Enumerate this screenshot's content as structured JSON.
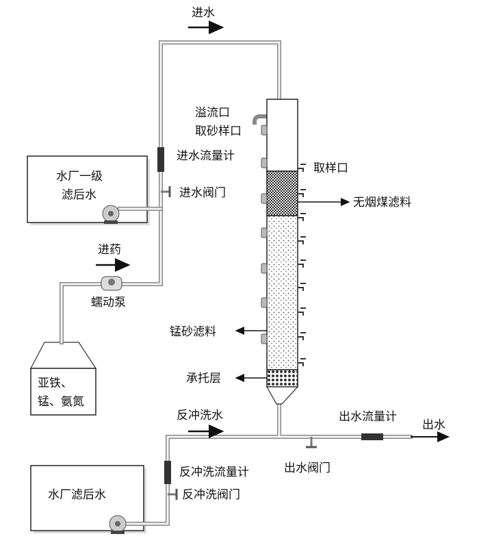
{
  "labels": {
    "inlet_water": "进水",
    "overflow": "溢流口",
    "sand_sampling": "取砂样口",
    "inlet_flowmeter": "进水流量计",
    "sampling_port": "取样口",
    "source_tank_line1": "水厂一级",
    "source_tank_line2": "滤后水",
    "inlet_valve": "进水阀门",
    "anthracite": "无烟煤滤料",
    "dosing": "进药",
    "peristaltic_pump": "蠕动泵",
    "manganese_sand": "锰砂滤料",
    "chem_tank_line1": "亚铁、",
    "chem_tank_line2": "锰、氨氮",
    "support_layer": "承托层",
    "backwash_water": "反冲洗水",
    "outlet_flowmeter": "出水流量计",
    "outlet_water": "出水",
    "backwash_flowmeter": "反冲洗流量计",
    "outlet_valve": "出水阀门",
    "backwash_tank": "水厂滤后水",
    "backwash_valve": "反冲洗阀门"
  }
}
